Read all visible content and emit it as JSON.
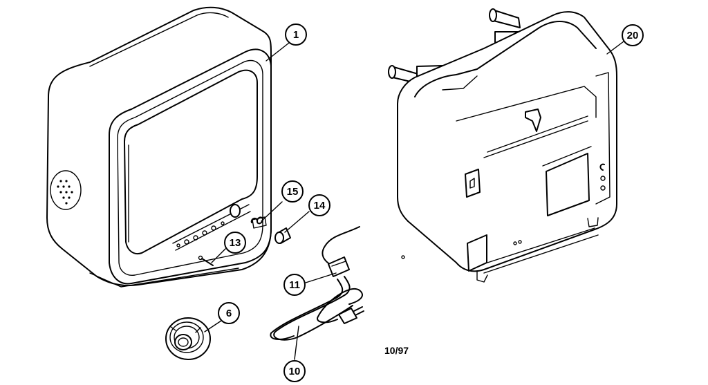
{
  "callouts": {
    "c1": "1",
    "c20": "20",
    "c15": "15",
    "c14": "14",
    "c13": "13",
    "c11": "11",
    "c6": "6",
    "c10": "10"
  },
  "footer": {
    "date_code": "10/97"
  }
}
